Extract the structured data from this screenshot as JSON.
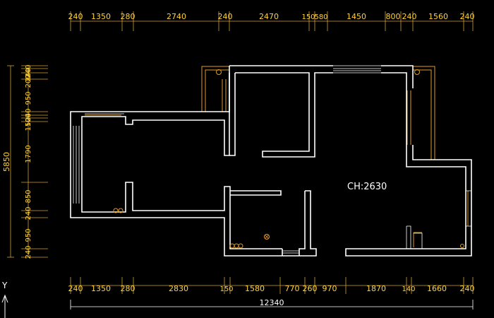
{
  "top_dims": [
    "240",
    "1350",
    "280",
    "2740",
    "240",
    "2470",
    "150",
    "580",
    "1450",
    "800",
    "240",
    "1560",
    "240"
  ],
  "bottom_dims": [
    "240",
    "1350",
    "280",
    "2830",
    "150",
    "1580",
    "770",
    "260",
    "970",
    "1870",
    "140",
    "1660",
    "240"
  ],
  "left_dims": [
    "240",
    "240",
    "200",
    "950",
    "240",
    "100",
    "150",
    "1790",
    "850",
    "240",
    "950",
    "240"
  ],
  "left_total": "5850",
  "room_label": "CH:2630",
  "total_width": "12340",
  "axis_label": "Y",
  "colors": {
    "wall": "#ffffff",
    "dimension": "#ffd23a",
    "window": "#e39a22",
    "background": "#000000"
  }
}
